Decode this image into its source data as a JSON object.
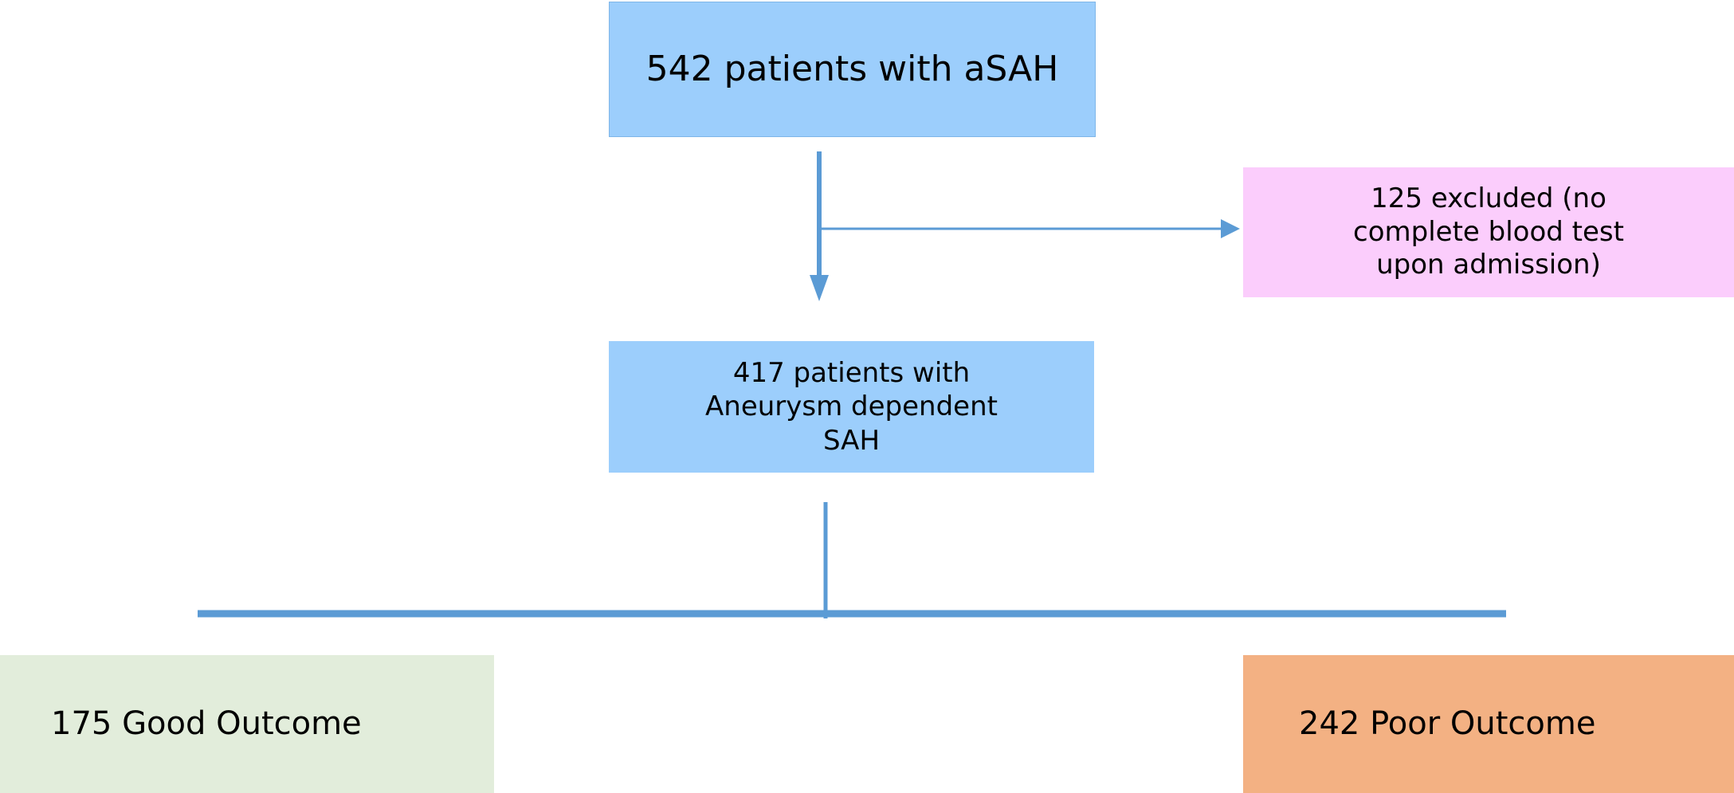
{
  "diagram": {
    "title": "aSAH patient flow diagram",
    "colors": {
      "box_blue": "#9CCEFC",
      "box_blue_border": "#7FB6E8",
      "box_pink": "#FBCDFC",
      "box_green": "#E2EDDB",
      "box_orange": "#F3B183",
      "connector_blue": "#5B9BD5",
      "text": "#000000",
      "background": "#FFFFFF"
    },
    "nodes": {
      "source": {
        "label": "542 patients with aSAH",
        "count": 542,
        "fill": "#9CCEFC"
      },
      "excluded": {
        "label": "125 excluded (no\ncomplete blood test\nupon admission)",
        "count": 125,
        "fill": "#FBCDFC"
      },
      "included": {
        "label": "417 patients with\nAneurysm dependent\nSAH",
        "count": 417,
        "fill": "#9CCEFC"
      },
      "good_outcome": {
        "label": "175 Good Outcome",
        "count": 175,
        "fill": "#E2EDDB"
      },
      "poor_outcome": {
        "label": "242  Poor Outcome",
        "count": 242,
        "fill": "#F3B183"
      }
    },
    "connectors": [
      {
        "name": "source-to-included",
        "type": "arrow",
        "direction": "down",
        "weight": "thick"
      },
      {
        "name": "source-to-excluded",
        "type": "arrow",
        "direction": "right",
        "weight": "thin"
      },
      {
        "name": "included-stem",
        "type": "line",
        "direction": "down",
        "weight": "thin"
      },
      {
        "name": "outcome-split-bar",
        "type": "line",
        "direction": "horizontal",
        "weight": "thick"
      }
    ]
  }
}
